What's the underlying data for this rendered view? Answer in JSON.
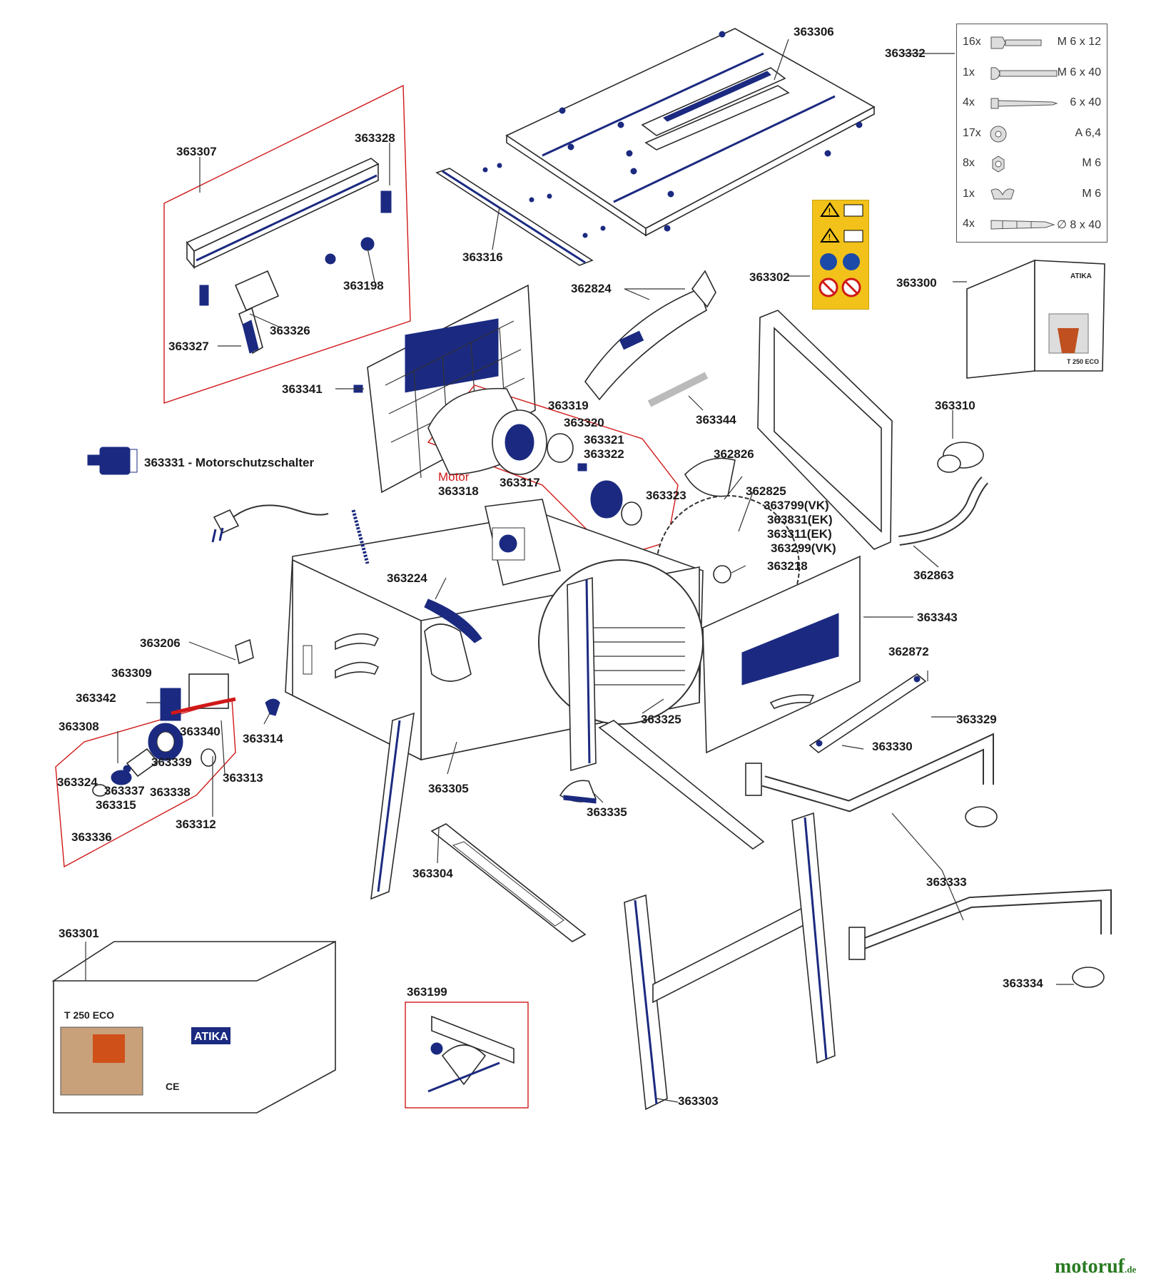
{
  "labels": [
    {
      "id": "363306",
      "text": "363306"
    },
    {
      "id": "363332",
      "text": "363332"
    },
    {
      "id": "363307",
      "text": "363307"
    },
    {
      "id": "363328",
      "text": "363328"
    },
    {
      "id": "363316",
      "text": "363316"
    },
    {
      "id": "363198",
      "text": "363198"
    },
    {
      "id": "363326",
      "text": "363326"
    },
    {
      "id": "363327",
      "text": "363327"
    },
    {
      "id": "363302",
      "text": "363302"
    },
    {
      "id": "363300",
      "text": "363300"
    },
    {
      "id": "362824",
      "text": "362824"
    },
    {
      "id": "363341",
      "text": "363341"
    },
    {
      "id": "363344",
      "text": "363344"
    },
    {
      "id": "363310",
      "text": "363310"
    },
    {
      "id": "363319",
      "text": "363319"
    },
    {
      "id": "363320",
      "text": "363320"
    },
    {
      "id": "363321",
      "text": "363321"
    },
    {
      "id": "363322",
      "text": "363322"
    },
    {
      "id": "363331",
      "text": "363331 - Motorschutzschalter"
    },
    {
      "id": "motor",
      "text": "Motor"
    },
    {
      "id": "363318",
      "text": "363318"
    },
    {
      "id": "363317",
      "text": "363317"
    },
    {
      "id": "362826",
      "text": "362826"
    },
    {
      "id": "363323",
      "text": "363323"
    },
    {
      "id": "362825",
      "text": "362825"
    },
    {
      "id": "363799",
      "text": "363799(VK)"
    },
    {
      "id": "363831",
      "text": "363831(EK)"
    },
    {
      "id": "363311",
      "text": "363311(EK)"
    },
    {
      "id": "363299",
      "text": "363299(VK)"
    },
    {
      "id": "363218",
      "text": "363218"
    },
    {
      "id": "362863",
      "text": "362863"
    },
    {
      "id": "363224",
      "text": "363224"
    },
    {
      "id": "363343",
      "text": "363343"
    },
    {
      "id": "363206",
      "text": "363206"
    },
    {
      "id": "363309",
      "text": "363309"
    },
    {
      "id": "362872",
      "text": "362872"
    },
    {
      "id": "363342",
      "text": "363342"
    },
    {
      "id": "363329",
      "text": "363329"
    },
    {
      "id": "363308",
      "text": "363308"
    },
    {
      "id": "363340",
      "text": "363340"
    },
    {
      "id": "363314",
      "text": "363314"
    },
    {
      "id": "363325",
      "text": "363325"
    },
    {
      "id": "363330",
      "text": "363330"
    },
    {
      "id": "363324",
      "text": "363324"
    },
    {
      "id": "363339",
      "text": "363339"
    },
    {
      "id": "363313",
      "text": "363313"
    },
    {
      "id": "363337",
      "text": "363337"
    },
    {
      "id": "363338",
      "text": "363338"
    },
    {
      "id": "363315",
      "text": "363315"
    },
    {
      "id": "363305",
      "text": "363305"
    },
    {
      "id": "363336",
      "text": "363336"
    },
    {
      "id": "363312",
      "text": "363312"
    },
    {
      "id": "363335",
      "text": "363335"
    },
    {
      "id": "363333",
      "text": "363333"
    },
    {
      "id": "363304",
      "text": "363304"
    },
    {
      "id": "363301",
      "text": "363301"
    },
    {
      "id": "363199",
      "text": "363199"
    },
    {
      "id": "363334",
      "text": "363334"
    },
    {
      "id": "363303",
      "text": "363303"
    }
  ],
  "hardware": [
    {
      "qty": "16x",
      "size": "M 6 x 12",
      "icon": "hex-bolt-short-icon"
    },
    {
      "qty": "1x",
      "size": "M 6 x 40",
      "icon": "carriage-bolt-icon"
    },
    {
      "qty": "4x",
      "size": "6 x 40",
      "icon": "wood-screw-icon"
    },
    {
      "qty": "17x",
      "size": "A 6,4",
      "icon": "washer-icon"
    },
    {
      "qty": "8x",
      "size": "M 6",
      "icon": "hex-nut-icon"
    },
    {
      "qty": "1x",
      "size": "M 6",
      "icon": "wing-nut-icon"
    },
    {
      "qty": "4x",
      "size": "∅ 8 x 40",
      "icon": "wall-plug-icon"
    }
  ],
  "packaging": {
    "brand": "ATIKA",
    "model": "T 250 ECO",
    "ce": "CE"
  },
  "manual": {
    "brand": "ATIKA",
    "model": "T 250 ECO"
  },
  "watermark": {
    "name": "motoruf",
    "tld": ".de"
  },
  "colors": {
    "part_blue": "#1b2a80",
    "callout_red": "#d01818",
    "outline": "#333333",
    "warning_yellow": "#f2c21a"
  }
}
